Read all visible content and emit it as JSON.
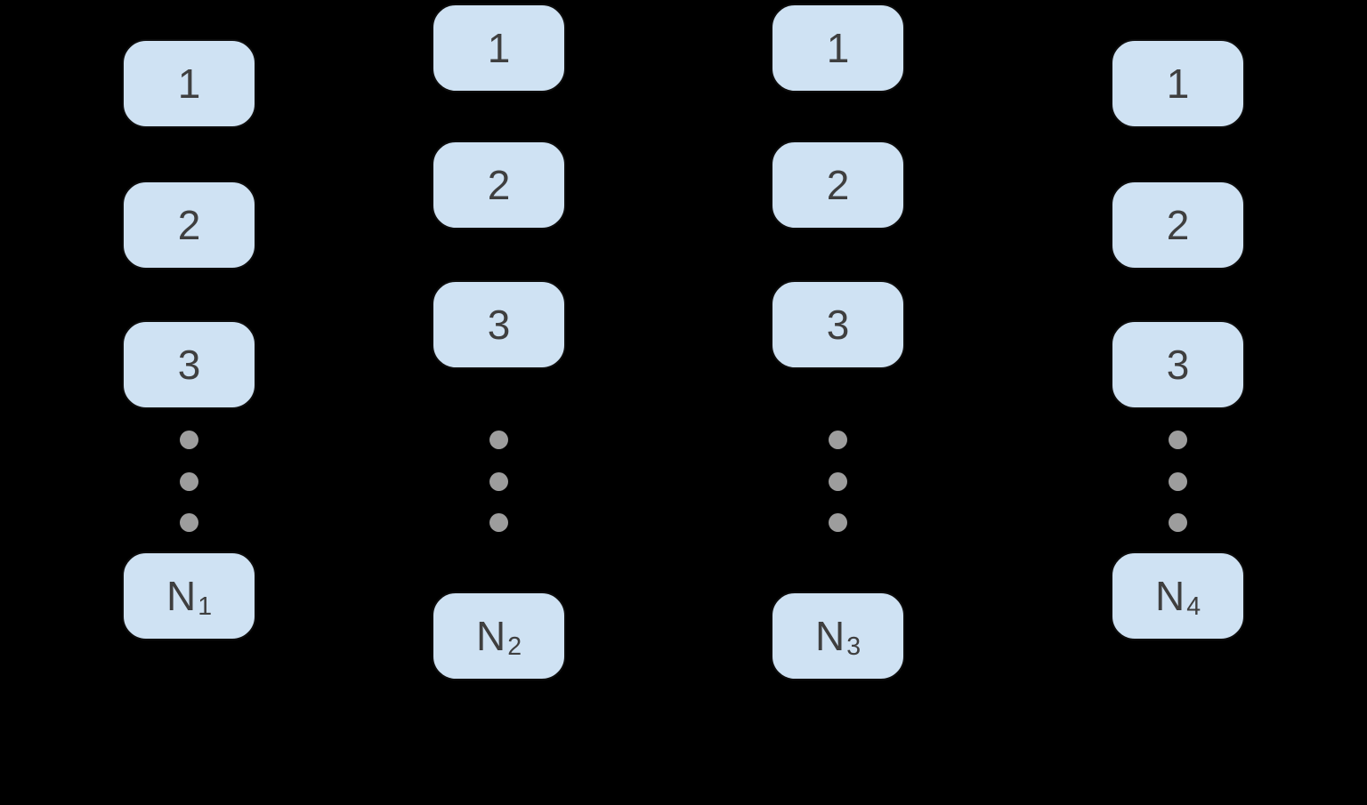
{
  "diagram": {
    "type": "node-columns",
    "description": "Four vertical columns of rounded rectangular nodes numbered 1,2,3 with vertical ellipsis dots and a final node N with a per-column subscript",
    "colors": {
      "background": "#000000",
      "node_fill": "#cfe2f3",
      "node_border": "#0d0d0d",
      "node_text": "#3f3f3f",
      "ellipsis_dot": "#9d9d9d"
    },
    "columns": [
      {
        "name": "column-1",
        "items": [
          "1",
          "2",
          "3"
        ],
        "last_label": "N",
        "last_subscript": "1"
      },
      {
        "name": "column-2",
        "items": [
          "1",
          "2",
          "3"
        ],
        "last_label": "N",
        "last_subscript": "2"
      },
      {
        "name": "column-3",
        "items": [
          "1",
          "2",
          "3"
        ],
        "last_label": "N",
        "last_subscript": "3"
      },
      {
        "name": "column-4",
        "items": [
          "1",
          "2",
          "3"
        ],
        "last_label": "N",
        "last_subscript": "4"
      }
    ]
  }
}
